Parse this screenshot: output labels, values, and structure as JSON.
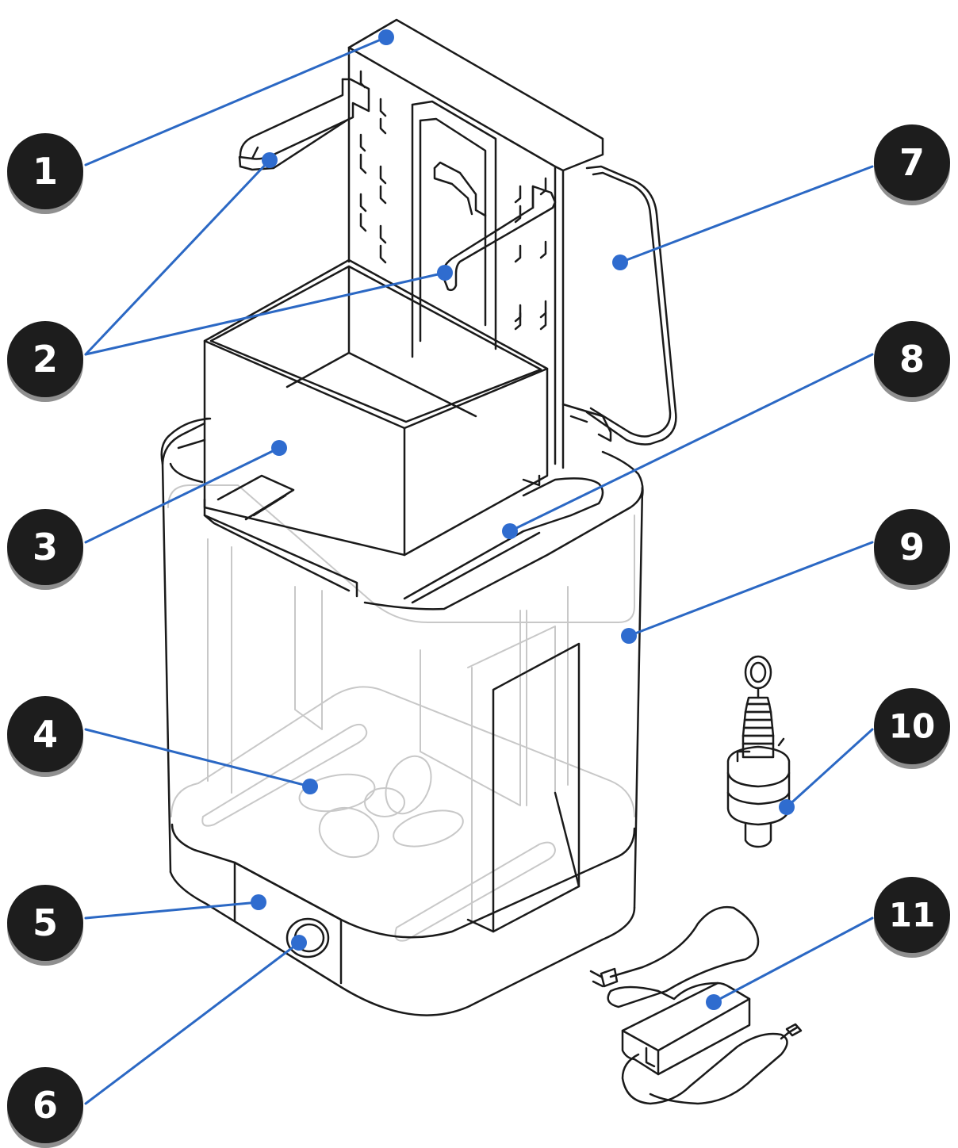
{
  "colors": {
    "leader": "#2b68c4",
    "dot": "#2f6ccf",
    "badge": "#1d1d1d",
    "badge_shadow": "#9a9a9a",
    "outline": "#1a1a1a",
    "ghost": "#c8c8c8"
  },
  "callouts": [
    {
      "label": "1"
    },
    {
      "label": "2"
    },
    {
      "label": "3"
    },
    {
      "label": "4"
    },
    {
      "label": "5"
    },
    {
      "label": "6"
    },
    {
      "label": "7"
    },
    {
      "label": "8"
    },
    {
      "label": "9"
    },
    {
      "label": "10"
    },
    {
      "label": "11"
    }
  ]
}
